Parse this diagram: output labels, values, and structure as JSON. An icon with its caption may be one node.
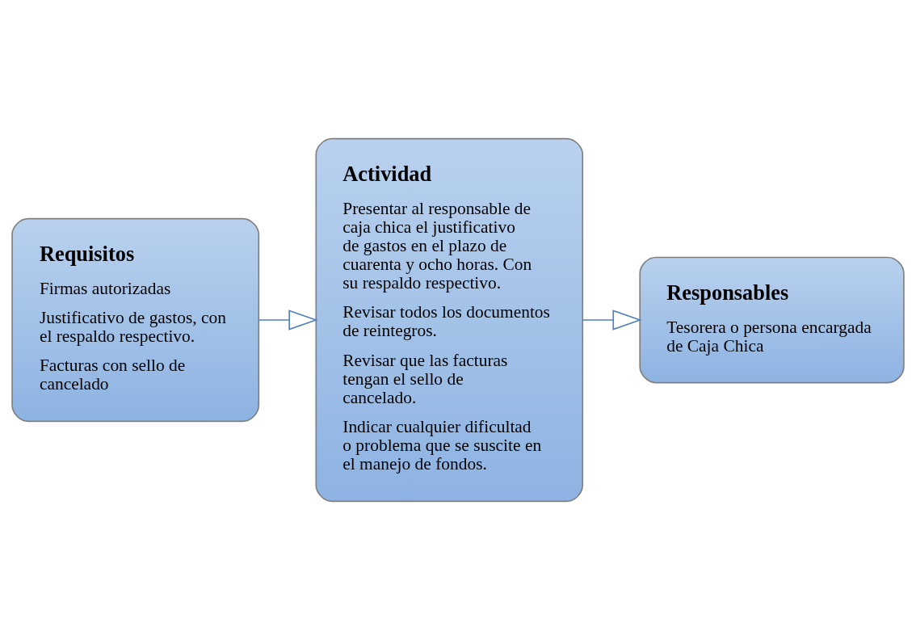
{
  "diagram": {
    "nodes": [
      {
        "text": [
          "Requisitos",
          "Firmas autorizadas",
          "Justificativo de gastos, con el respaldo respectivo.",
          "Facturas con sello de cancelado"
        ]
      },
      {
        "text": [
          "Actividad",
          "Presentar al responsable de caja chica el justificativo de gastos en el plazo de cuarenta y ocho horas. Con su respaldo respectivo.",
          "Revisar todos los documentos de reintegros.",
          "Revisar que las facturas tengan el sello de cancelado.",
          "Indicar cualquier dificultad o problema que se suscite en el manejo de fondos."
        ]
      },
      {
        "text": [
          "Responsables",
          "Tesorera o persona encargada de Caja Chica"
        ]
      }
    ],
    "edges": [
      {
        "from": 0,
        "to": 1,
        "arrow": "to"
      },
      {
        "from": 1,
        "to": 2,
        "arrow": "to"
      }
    ]
  }
}
